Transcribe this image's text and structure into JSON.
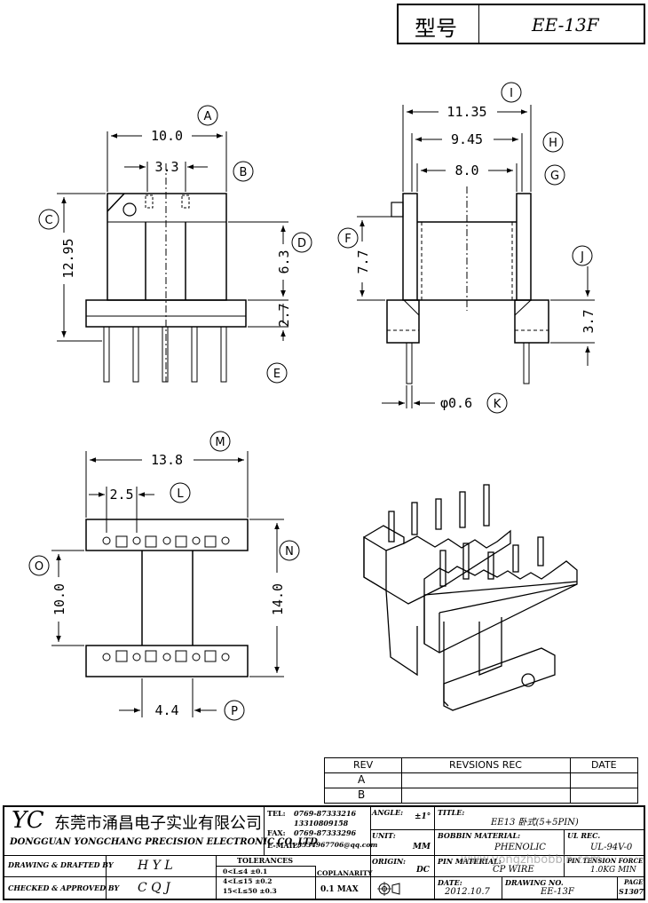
{
  "header": {
    "label": "型号",
    "model": "EE-13F"
  },
  "dims": {
    "A": "10.0",
    "B": "3.3",
    "C": "12.95",
    "D": "6.3",
    "E": "2.7",
    "F": "7.7",
    "G": "8.0",
    "H": "9.45",
    "I": "11.35",
    "J": "3.7",
    "K": "φ0.6",
    "L": "2.5",
    "M": "13.8",
    "N": "14.0",
    "O": "10.0",
    "P": "4.4"
  },
  "callouts": [
    "A",
    "B",
    "C",
    "D",
    "E",
    "F",
    "G",
    "H",
    "I",
    "J",
    "K",
    "L",
    "M",
    "N",
    "O",
    "P"
  ],
  "revisions": {
    "col_rev": "REV",
    "col_rec": "REVSIONS REC",
    "col_date": "DATE",
    "rows": [
      "A",
      "B"
    ]
  },
  "titleblock": {
    "logo": "YC",
    "company_cn": "东莞市涌昌电子实业有限公司",
    "company_en": "DONGGUAN YONGCHANG PRECISION ELECTRONIC CO.,LTD",
    "tel_label": "TEL:",
    "tel1": "0769-87333216",
    "tel2": "13310809158",
    "fax_label": "FAX:",
    "fax": "0769-87333296",
    "email_label": "E-MAIL:",
    "email": "3534967706@qq.com",
    "drawn_label": "DRAWING & DRAFTED BY",
    "drawn_by": "H Y L",
    "checked_label": "CHECKED & APPROVED BY",
    "checked_by": "C Q J",
    "tol_label": "TOLERANCES",
    "tol1": "0<L≤4   ±0.1",
    "tol2": "4<L≤15  ±0.2",
    "tol3": "15<L≤50 ±0.3",
    "copl_label": "COPLANARITY",
    "copl_val": "0.1 MAX",
    "angle_label": "ANGLE:",
    "angle_val": "±1°",
    "unit_label": "UNIT:",
    "unit_val": "MM",
    "origin_label": "ORIGIN:",
    "origin_val": "DC",
    "title_label": "TITLE:",
    "title_val": "EE13 卧式(5+5PIN)",
    "bobbin_label": "BOBBIN MATERIAL:",
    "bobbin_val": "PHENOLIC",
    "ul_label": "UL REC.",
    "ul_val": "UL-94V-0",
    "pin_label": "PIN MATERIAL:",
    "pin_val": "CP WIRE",
    "tens_label": "PIN TENSION FORCE",
    "tens_val": "1.0KG MIN",
    "date_label": "DATE:",
    "date_val": "2012.10.7",
    "dwg_label": "DRAWING NO.",
    "dwg_val": "EE-13F",
    "page_label": "PAGE",
    "page_val": "S1307",
    "watermark": "www.yongzhbobbin.com"
  }
}
